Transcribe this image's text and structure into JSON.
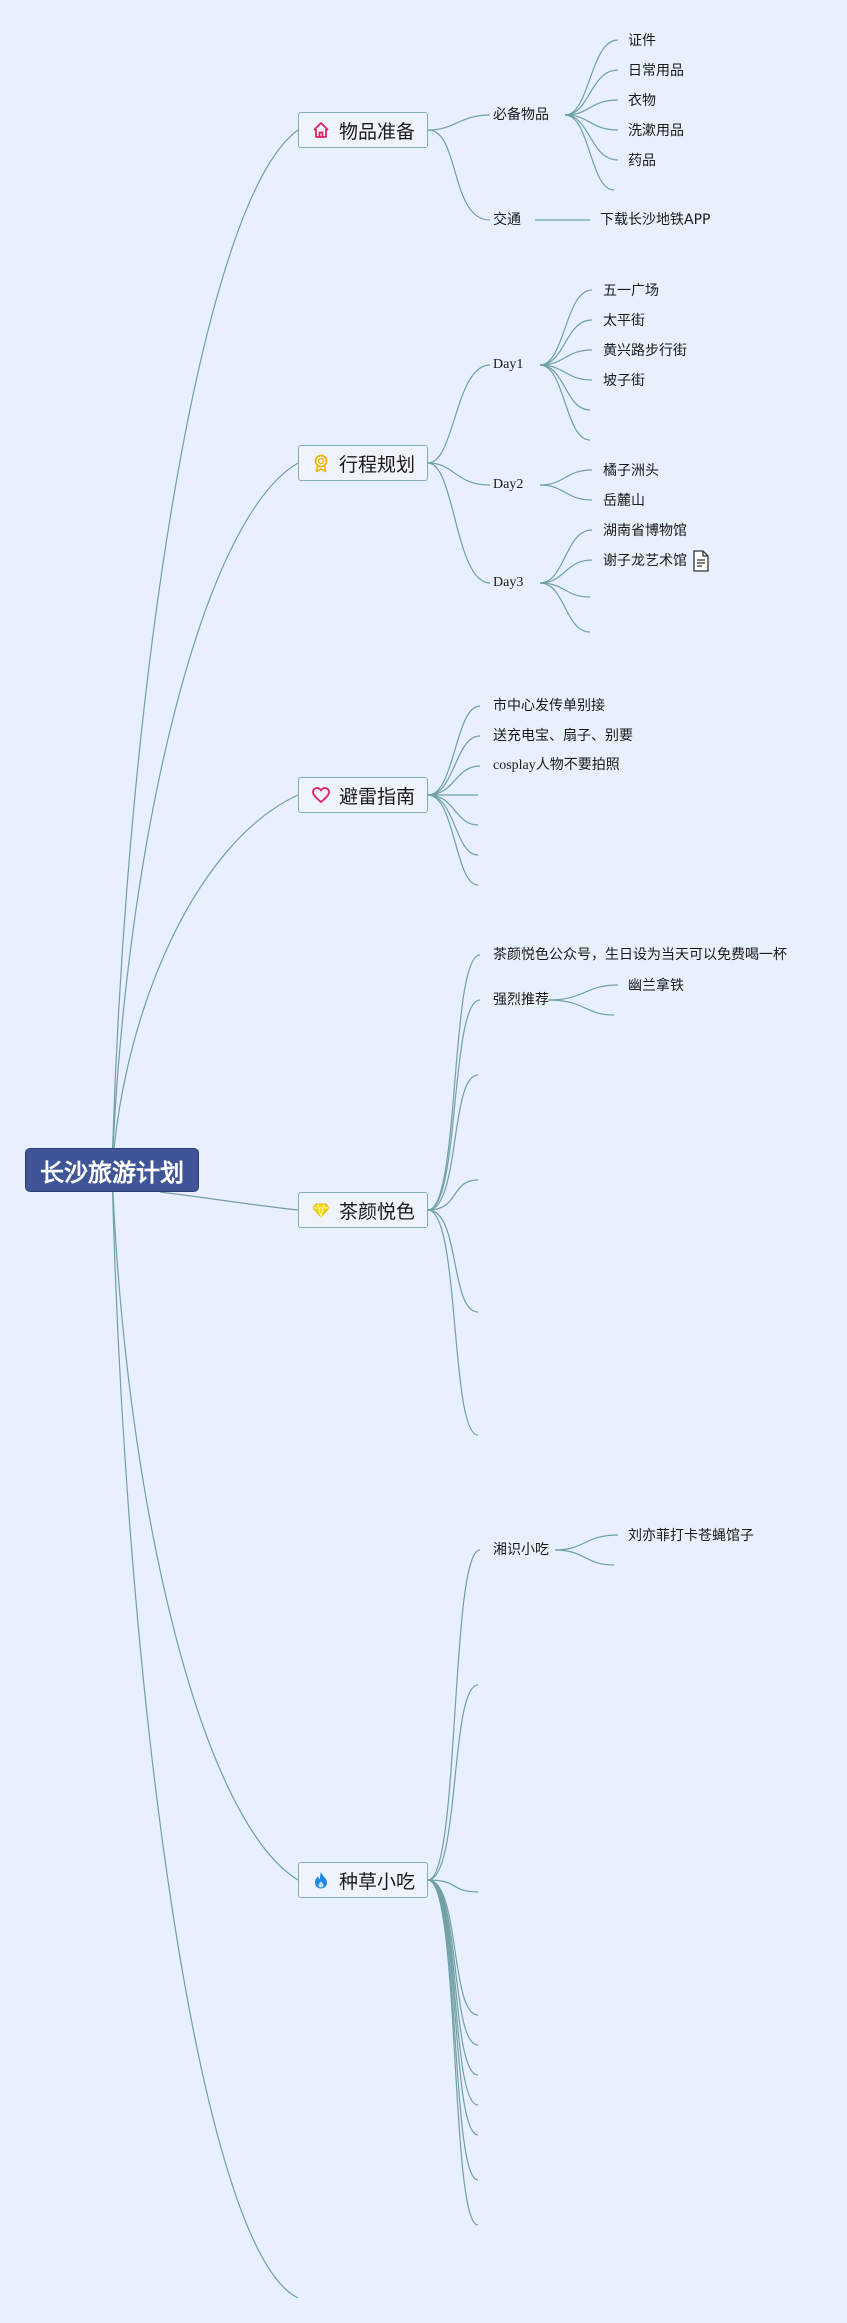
{
  "root": "长沙旅游计划",
  "branches": {
    "items": {
      "label": "物品准备",
      "icon": "home-icon",
      "color": "#e0245e"
    },
    "itinerary": {
      "label": "行程规划",
      "icon": "award-icon",
      "color": "#f0b400"
    },
    "avoid": {
      "label": "避雷指南",
      "icon": "heart-icon",
      "color": "#e0245e"
    },
    "chayan": {
      "label": "茶颜悦色",
      "icon": "gem-icon",
      "color": "#f5d90a"
    },
    "snacks": {
      "label": "种草小吃",
      "icon": "flame-icon",
      "color": "#1e88e5"
    }
  },
  "items": {
    "essentials": "必备物品",
    "essentials_children": [
      "证件",
      "日常用品",
      "衣物",
      "洗漱用品",
      "药品"
    ],
    "transport": "交通",
    "transport_child": "下载长沙地铁APP"
  },
  "itinerary": {
    "day1": "Day1",
    "day1_children": [
      "五一广场",
      "太平街",
      "黄兴路步行街",
      "坡子街"
    ],
    "day2": "Day2",
    "day2_children": [
      "橘子洲头",
      "岳麓山"
    ],
    "day3": "Day3",
    "day3_children": [
      "湖南省博物馆",
      "谢子龙艺术馆"
    ]
  },
  "avoid": {
    "children": [
      "市中心发传单别接",
      "送充电宝、扇子、别要",
      "cosplay人物不要拍照"
    ]
  },
  "chayan": {
    "tip": "茶颜悦色公众号，生日设为当天可以免费喝一杯",
    "recommend": "强烈推荐",
    "recommend_child": "幽兰拿铁"
  },
  "snacks": {
    "xiangshi": "湘识小吃",
    "xiangshi_child": "刘亦菲打卡苍蝇馆子"
  },
  "colors": {
    "background": "#e8f0fd",
    "root": "#3f5597",
    "edge": "#6fa0a4",
    "border": "#7faeb2"
  }
}
